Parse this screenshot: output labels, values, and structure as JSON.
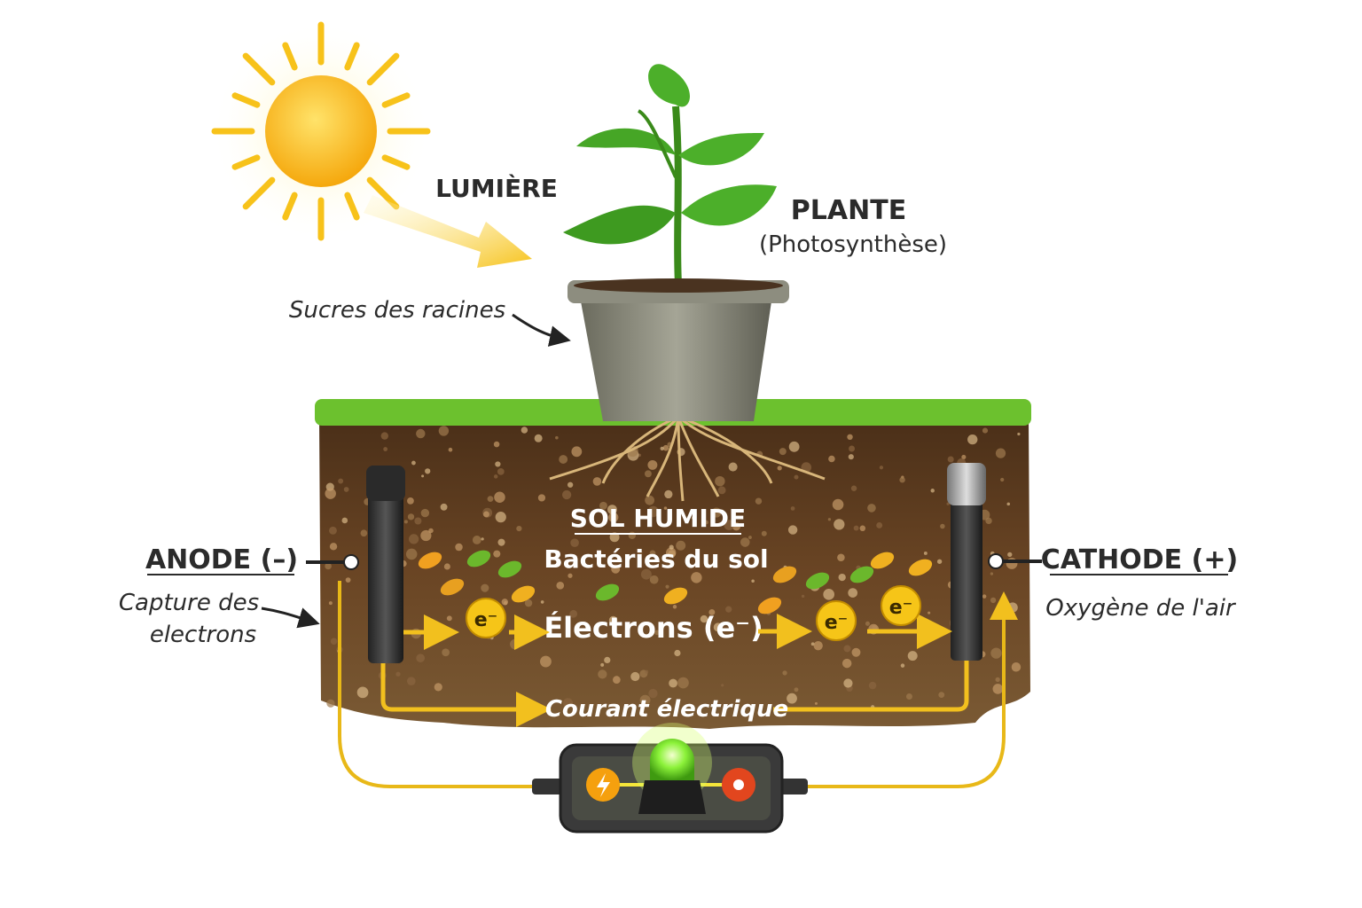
{
  "title": "Pile microbienne à plante",
  "labels": {
    "light": "LUMIÈRE",
    "plant": "PLANTE",
    "plant_sub": "(Photosynthèse)",
    "root_sugars": "Sucres des racines",
    "soil": "SOL HUMIDE",
    "bacteria": "Bactéries du sol",
    "electrons": "Électrons (e⁻)",
    "electron_symbol": "e⁻",
    "anode": "ANODE (–)",
    "anode_sub_1": "Capture des",
    "anode_sub_2": "electrons",
    "cathode": "CATHODE (+)",
    "cathode_sub": "Oxygène de l'air",
    "current": "Courant électrique"
  },
  "colors": {
    "sun": "#f7b515",
    "arrow": "#f2c01e",
    "soil": "#5a3b20",
    "grass": "#6cc12e",
    "led": "#8cf23a",
    "text": "#2b2b2b"
  }
}
